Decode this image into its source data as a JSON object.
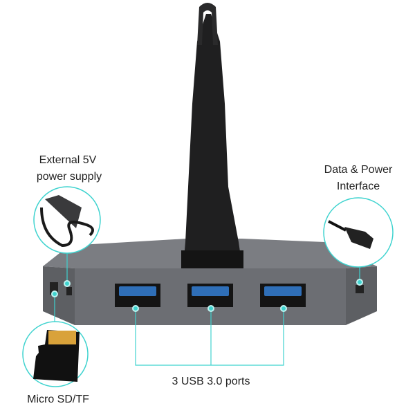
{
  "labels": {
    "power_line1": "External 5V",
    "power_line2": "power supply",
    "data_line1": "Data & Power",
    "data_line2": "Interface",
    "sd": "Micro SD/TF",
    "usb": "3 USB 3.0 ports"
  },
  "colors": {
    "accent": "#3fd3cf",
    "hub": "#6a6c70",
    "arm": "#1c1c1c",
    "usb_blue": "#2f6fb8"
  }
}
